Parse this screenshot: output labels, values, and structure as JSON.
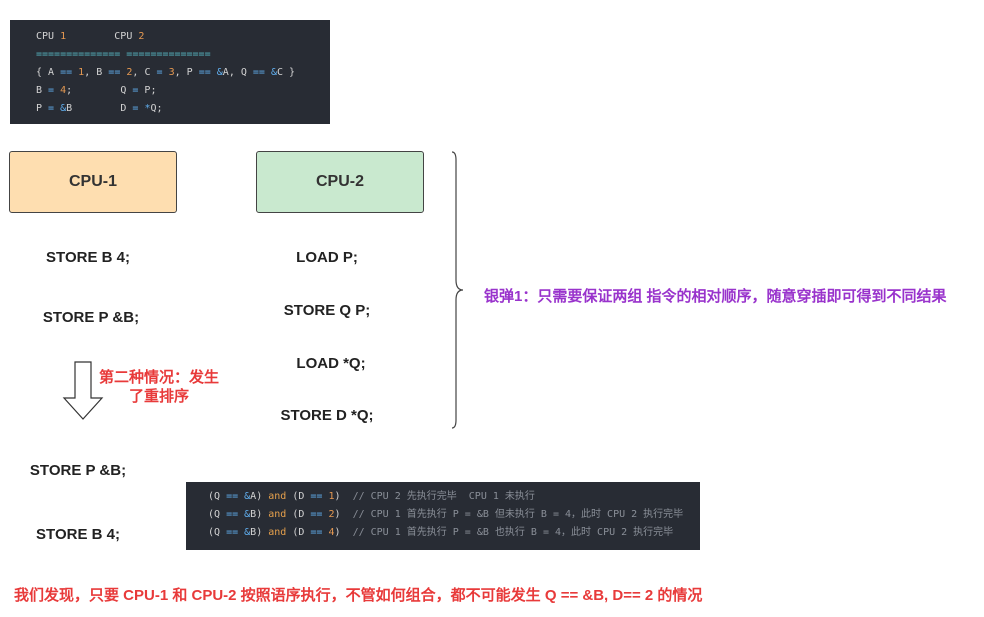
{
  "code_top": {
    "line1": {
      "a": "CPU ",
      "b": "1",
      "c": "        CPU ",
      "d": "2"
    },
    "line2": "============== ==============",
    "line3": [
      {
        "t": "{ A ",
        "c": ""
      },
      {
        "t": "==",
        "c": "eq"
      },
      {
        "t": " ",
        "c": ""
      },
      {
        "t": "1",
        "c": "num"
      },
      {
        "t": ", B ",
        "c": ""
      },
      {
        "t": "==",
        "c": "eq"
      },
      {
        "t": " ",
        "c": ""
      },
      {
        "t": "2",
        "c": "num"
      },
      {
        "t": ", C ",
        "c": ""
      },
      {
        "t": "=",
        "c": "eq"
      },
      {
        "t": " ",
        "c": ""
      },
      {
        "t": "3",
        "c": "num"
      },
      {
        "t": ", P ",
        "c": ""
      },
      {
        "t": "==",
        "c": "eq"
      },
      {
        "t": " ",
        "c": ""
      },
      {
        "t": "&",
        "c": "eq"
      },
      {
        "t": "A, Q ",
        "c": ""
      },
      {
        "t": "==",
        "c": "eq"
      },
      {
        "t": " ",
        "c": ""
      },
      {
        "t": "&",
        "c": "eq"
      },
      {
        "t": "C }",
        "c": ""
      }
    ],
    "line4": [
      {
        "t": "B ",
        "c": ""
      },
      {
        "t": "=",
        "c": "eq"
      },
      {
        "t": " ",
        "c": ""
      },
      {
        "t": "4",
        "c": "num"
      },
      {
        "t": ";        Q ",
        "c": ""
      },
      {
        "t": "=",
        "c": "eq"
      },
      {
        "t": " P;",
        "c": ""
      }
    ],
    "line5": [
      {
        "t": "P ",
        "c": ""
      },
      {
        "t": "=",
        "c": "eq"
      },
      {
        "t": " ",
        "c": ""
      },
      {
        "t": "&",
        "c": "eq"
      },
      {
        "t": "B        D ",
        "c": ""
      },
      {
        "t": "=",
        "c": "eq"
      },
      {
        "t": " ",
        "c": ""
      },
      {
        "t": "*",
        "c": "eq"
      },
      {
        "t": "Q;",
        "c": ""
      }
    ]
  },
  "cpu1_label": "CPU-1",
  "cpu2_label": "CPU-2",
  "cpu1_statements": [
    "STORE B 4;",
    "STORE P &B;"
  ],
  "cpu2_statements": [
    "LOAD P;",
    "STORE Q P;",
    "LOAD *Q;",
    "STORE D *Q;"
  ],
  "brace_note": "银弹1：只需要保证两组 指令的相对顺序，随意穿插即可得到不同结果",
  "case_note": "第二种情况：发生了重排序",
  "reordered_statements": [
    "STORE P &B;",
    "STORE B 4;"
  ],
  "code_bottom": [
    [
      {
        "t": "(Q ",
        "c": ""
      },
      {
        "t": "==",
        "c": "eq"
      },
      {
        "t": " ",
        "c": ""
      },
      {
        "t": "&",
        "c": "eq"
      },
      {
        "t": "A) ",
        "c": ""
      },
      {
        "t": "and",
        "c": "kw"
      },
      {
        "t": " (D ",
        "c": ""
      },
      {
        "t": "==",
        "c": "eq"
      },
      {
        "t": " ",
        "c": ""
      },
      {
        "t": "1",
        "c": "num"
      },
      {
        "t": ")  ",
        "c": ""
      },
      {
        "t": "// CPU 2 先执行完毕  CPU 1 未执行",
        "c": "cm"
      }
    ],
    [
      {
        "t": "(Q ",
        "c": ""
      },
      {
        "t": "==",
        "c": "eq"
      },
      {
        "t": " ",
        "c": ""
      },
      {
        "t": "&",
        "c": "eq"
      },
      {
        "t": "B) ",
        "c": ""
      },
      {
        "t": "and",
        "c": "kw"
      },
      {
        "t": " (D ",
        "c": ""
      },
      {
        "t": "==",
        "c": "eq"
      },
      {
        "t": " ",
        "c": ""
      },
      {
        "t": "2",
        "c": "num"
      },
      {
        "t": ")  ",
        "c": ""
      },
      {
        "t": "// CPU 1 首先执行 P = &B 但未执行 B = 4，此时 CPU 2 执行完毕",
        "c": "cm"
      }
    ],
    [
      {
        "t": "(Q ",
        "c": ""
      },
      {
        "t": "==",
        "c": "eq"
      },
      {
        "t": " ",
        "c": ""
      },
      {
        "t": "&",
        "c": "eq"
      },
      {
        "t": "B) ",
        "c": ""
      },
      {
        "t": "and",
        "c": "kw"
      },
      {
        "t": " (D ",
        "c": ""
      },
      {
        "t": "==",
        "c": "eq"
      },
      {
        "t": " ",
        "c": ""
      },
      {
        "t": "4",
        "c": "num"
      },
      {
        "t": ")  ",
        "c": ""
      },
      {
        "t": "// CPU 1 首先执行 P = &B 也执行 B = 4，此时 CPU 2 执行完毕",
        "c": "cm"
      }
    ]
  ],
  "conclusion": "我们发现，只要 CPU-1 和 CPU-2 按照语序执行，不管如何组合，都不可能发生 Q == &B, D== 2 的情况"
}
